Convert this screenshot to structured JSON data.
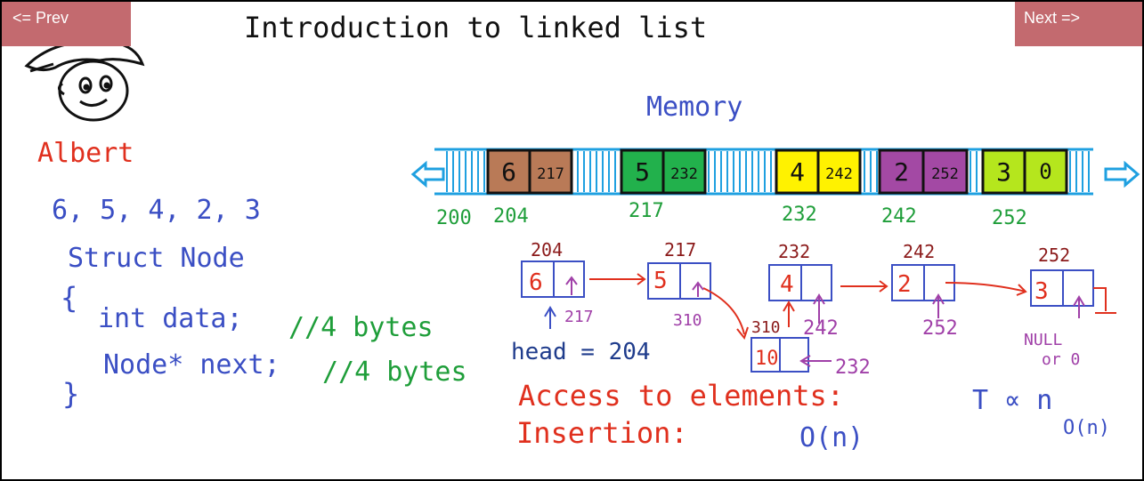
{
  "nav": {
    "prev_label": "<= Prev",
    "next_label": "Next =>"
  },
  "title": "Introduction to linked list",
  "character_name": "Albert",
  "sequence": "6, 5, 4, 2, 3",
  "code": {
    "struct_line": "Struct Node",
    "open_brace": "{",
    "field1": "int data;",
    "field1_comment": "//4 bytes",
    "field2": "Node* next;",
    "field2_comment": "//4 bytes",
    "close_brace": "}"
  },
  "memory": {
    "label": "Memory",
    "blocks": [
      {
        "data": "6",
        "next": "217",
        "color": "#b97a57"
      },
      {
        "data": "5",
        "next": "232",
        "color": "#22b14c"
      },
      {
        "data": "4",
        "next": "242",
        "color": "#fff200"
      },
      {
        "data": "2",
        "next": "252",
        "color": "#a349a4"
      },
      {
        "data": "3",
        "next": "0",
        "color": "#b5e61d"
      }
    ],
    "addresses": [
      "200",
      "204",
      "217",
      "232",
      "242",
      "252"
    ]
  },
  "list": {
    "node_addresses": [
      "204",
      "217",
      "232",
      "242",
      "252"
    ],
    "node_values": [
      "6",
      "5",
      "4",
      "2",
      "3"
    ],
    "next_labels": [
      "217",
      "310",
      "242",
      "252"
    ],
    "inserted": {
      "address": "310",
      "value": "10",
      "next": "232"
    },
    "null_label": "NULL",
    "null_or": "or 0",
    "head": "head = 204"
  },
  "notes": {
    "access": "Access to elements:",
    "access_rel": "T ∝ n",
    "access_big_o": "O(n)",
    "insertion": "Insertion:",
    "insertion_big_o": "O(n)"
  },
  "colors": {
    "red": "#e0301e",
    "blue": "#3b4fc4",
    "green": "#1f9e3a",
    "purple": "#a040a8",
    "maroon": "#8b1a1a",
    "memory_line": "#1fa0e0"
  }
}
